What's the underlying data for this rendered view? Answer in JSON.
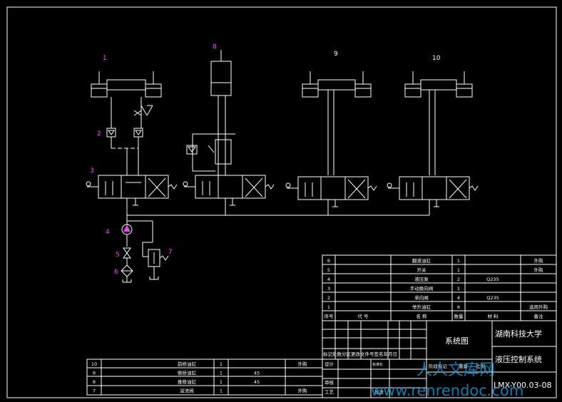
{
  "colors": {
    "background": "#000000",
    "line": "#ffffff",
    "component_label": "#ff44ff",
    "watermark": "#1e90c8"
  },
  "component_labels": {
    "c1": "1",
    "c2": "2",
    "c3": "3",
    "c4": "4",
    "c5": "5",
    "c6": "6",
    "c7": "7",
    "c8": "8",
    "c9": "9",
    "c10": "10"
  },
  "parts_list": {
    "rows": [
      {
        "no": "6",
        "name": "翻滚油缸",
        "qty": "1",
        "material": "",
        "note": "外购"
      },
      {
        "no": "5",
        "name": "开关",
        "qty": "1",
        "material": "",
        "note": "外购"
      },
      {
        "no": "4",
        "name": "液压泵",
        "qty": "2",
        "material": "Q235",
        "note": ""
      },
      {
        "no": "3",
        "name": "手动换向阀",
        "qty": "1",
        "material": "",
        "note": ""
      },
      {
        "no": "2",
        "name": "单向阀",
        "qty": "4",
        "material": "Q235",
        "note": ""
      },
      {
        "no": "1",
        "name": "举升油缸",
        "qty": "6",
        "material": "",
        "note": "选用外购"
      }
    ],
    "header": {
      "no": "序号",
      "code": "代 号",
      "name": "名 称",
      "qty": "数量",
      "material": "材 料",
      "note": "备注"
    }
  },
  "lower_parts": {
    "rows": [
      {
        "no": "10",
        "name": "前桥油缸",
        "qty": "1",
        "material": "",
        "note": "外购"
      },
      {
        "no": "9",
        "name": "侧桥油缸",
        "qty": "1",
        "material": "45",
        "note": ""
      },
      {
        "no": "8",
        "name": "推移油缸",
        "qty": "1",
        "material": "45",
        "note": ""
      },
      {
        "no": "7",
        "name": "溢流阀",
        "qty": "1",
        "material": "",
        "note": "外购"
      }
    ]
  },
  "title_block": {
    "drawing_title": "系统图",
    "university": "湖南科技大学",
    "system_name": "液压控制系统",
    "drawing_number": "LMX-Y00.03-08",
    "revision_header": "标记处数分区更改文件号签名年月日",
    "design": "设计",
    "standard": "标准化",
    "review": "审核",
    "process": "工艺",
    "approve": "批准",
    "stage": "阶段标记",
    "weight": "重量",
    "scale": "比例"
  },
  "watermark": {
    "line1": "人人文库网",
    "line2": "www.renrendoc.com"
  }
}
